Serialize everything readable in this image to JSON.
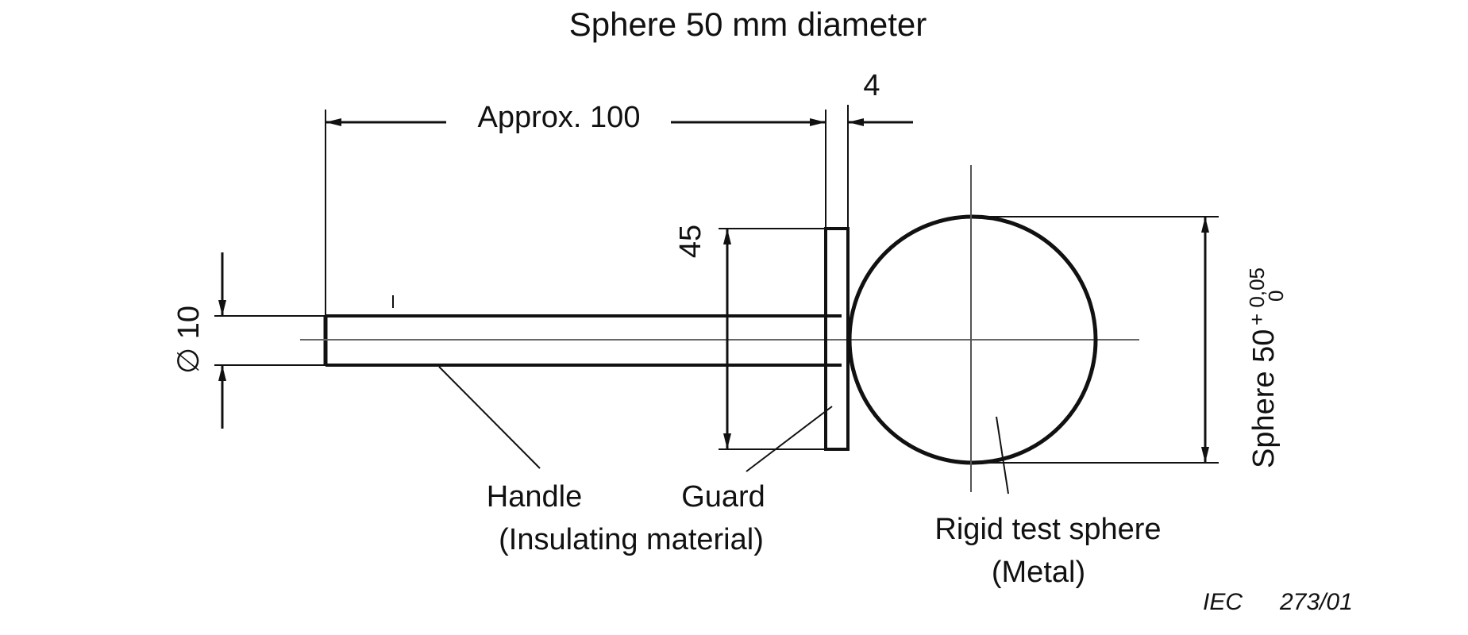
{
  "title": "Sphere 50 mm diameter",
  "dimensions": {
    "handle_length": "Approx. 100",
    "guard_thickness": "4",
    "guard_height": "45",
    "handle_diameter": "∅ 10",
    "sphere_diameter": "Sphere 50",
    "sphere_tolerance_upper": "+ 0,05",
    "sphere_tolerance_lower": "0"
  },
  "labels": {
    "handle": "Handle",
    "handle_material": "(Insulating material)",
    "guard": "Guard",
    "sphere": "Rigid test sphere",
    "sphere_material": "(Metal)"
  },
  "reference": {
    "org": "IEC",
    "number": "273/01"
  },
  "colors": {
    "line": "#111111",
    "background": "#ffffff"
  }
}
